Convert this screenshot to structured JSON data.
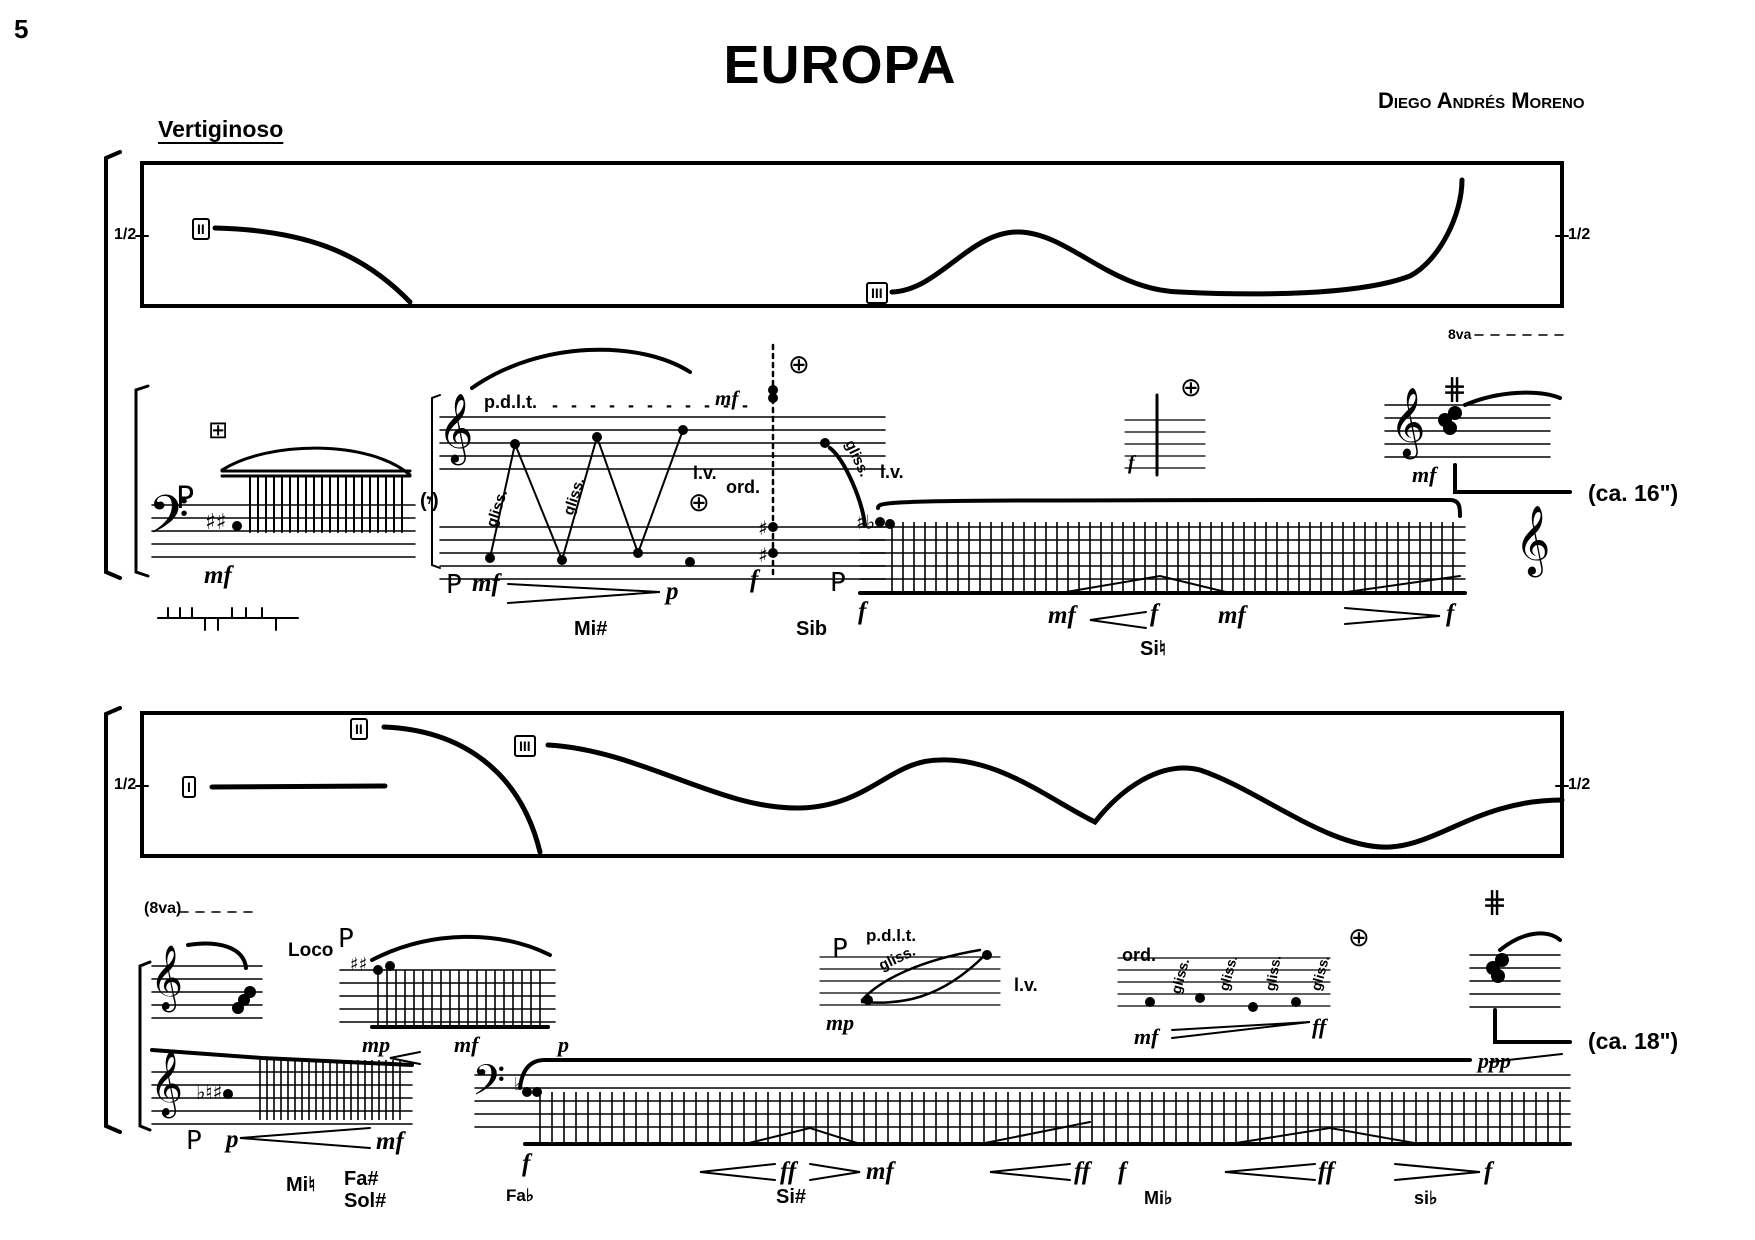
{
  "page": {
    "number": "5",
    "title": "EUROPA",
    "composer": "Diego Andrés Moreno",
    "tempo": "Vertiginoso"
  },
  "system1": {
    "position_left": "1/2",
    "position_right": "1/2",
    "string_labels": [
      "II",
      "III"
    ],
    "pedal_marks": [
      "P",
      "P",
      "P"
    ],
    "playing_marks": {
      "pdlt": "p.d.l.t.",
      "lv1": "l.v.",
      "ord": "ord.",
      "gliss_a": "gliss.",
      "gliss_b": "gliss.",
      "gliss_c": "gliss.",
      "lv2": "l.v.",
      "ottava": "8va",
      "rest_symbol": "(𝄾)"
    },
    "dynamics": [
      "mf",
      "mf",
      "p",
      "mf",
      "f",
      "f",
      "mf",
      "f",
      "mf",
      "f",
      "mf",
      "f"
    ],
    "note_names": [
      "Mi#",
      "Sib",
      "Si♮"
    ],
    "duration": "(ca. 16\")"
  },
  "system2": {
    "position_left": "1/2",
    "position_right": "1/2",
    "string_labels": [
      "I",
      "II",
      "III"
    ],
    "pedal_marks": [
      "P",
      "P",
      "P"
    ],
    "playing_marks": {
      "ottava": "(8va)",
      "loco": "Loco",
      "pdlt": "p.d.l.t.",
      "gliss": "gliss.",
      "lv": "l.v.",
      "ord": "ord.",
      "gliss_1": "gliss.",
      "gliss_2": "gliss.",
      "gliss_3": "gliss.",
      "gliss_4": "gliss."
    },
    "dynamics": [
      "mp",
      "mf",
      "p",
      "p",
      "mf",
      "mp",
      "mf",
      "ff",
      "f",
      "ff",
      "mf",
      "ff",
      "f",
      "ff",
      "f",
      "ppp"
    ],
    "note_names": [
      "Mi♮",
      "Fa#",
      "Sol#",
      "Fa♭",
      "Si#",
      "Mi♭",
      "si♭"
    ],
    "duration": "(ca. 18\")"
  }
}
